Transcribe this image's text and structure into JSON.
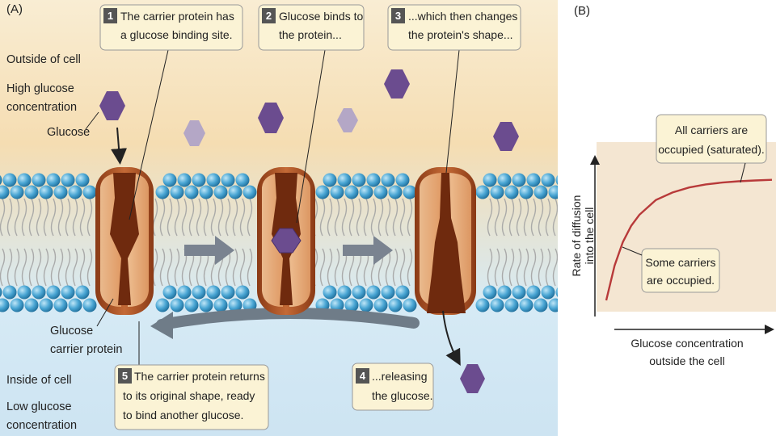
{
  "panel_a": {
    "panel_label": "(A)",
    "outside_label": "Outside of cell",
    "high_label": [
      "High glucose",
      "concentration"
    ],
    "glucose_label": "Glucose",
    "carrier_label": [
      "Glucose",
      "carrier protein"
    ],
    "inside_label": "Inside of cell",
    "low_label": [
      "Low glucose",
      "concentration"
    ],
    "callouts": [
      {
        "num": "1",
        "lines": [
          "The carrier protein has",
          "a glucose binding site."
        ]
      },
      {
        "num": "2",
        "lines": [
          "Glucose binds to",
          "the protein..."
        ]
      },
      {
        "num": "3",
        "lines": [
          "...which then changes",
          "the protein's shape..."
        ]
      },
      {
        "num": "4",
        "lines": [
          "...releasing",
          "the glucose."
        ]
      },
      {
        "num": "5",
        "lines": [
          "The carrier protein returns",
          "to its original shape, ready",
          "to bind another glucose."
        ]
      }
    ]
  },
  "panel_b": {
    "panel_label": "(B)",
    "chart_data": {
      "type": "line",
      "xlabel": [
        "Glucose concentration",
        "outside the cell"
      ],
      "ylabel": [
        "Rate of diffusion",
        "into the cell"
      ],
      "annotations": [
        [
          "All carriers are",
          "occupied (saturated)."
        ],
        [
          "Some carriers",
          "are occupied."
        ]
      ],
      "x": [
        0,
        0.05,
        0.1,
        0.15,
        0.2,
        0.3,
        0.4,
        0.5,
        0.6,
        0.7,
        0.8,
        0.9,
        1.0
      ],
      "y": [
        0,
        0.28,
        0.47,
        0.6,
        0.69,
        0.81,
        0.87,
        0.91,
        0.935,
        0.95,
        0.96,
        0.967,
        0.972
      ],
      "xlim": [
        0,
        1
      ],
      "ylim": [
        0,
        1.25
      ],
      "grid": false
    }
  },
  "colors": {
    "outside_bg": "#f6e3bd",
    "inside_bg": "#d3e8f4",
    "lipid_head": "#4ea7d3",
    "protein": "#b3582b",
    "glucose": "#6b4c8f",
    "callout_bg": "#fbf3d5",
    "graph_bg": "#f4e6d2",
    "curve": "#b83a3a"
  }
}
